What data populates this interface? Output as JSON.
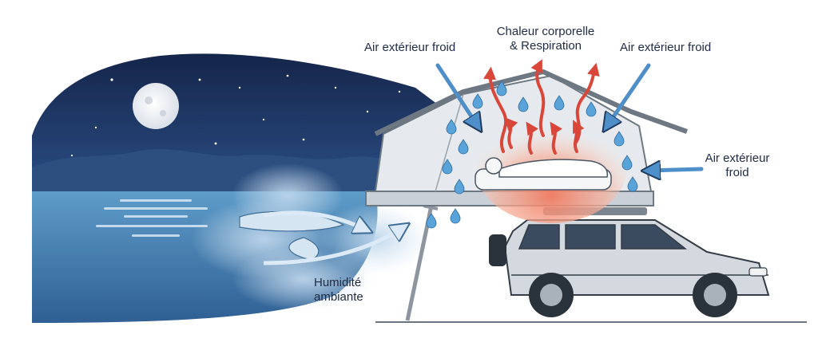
{
  "labels": {
    "heat": "Chaleur corporelle\n& Respiration",
    "cold_left": "Air extérieur froid",
    "cold_right": "Air extérieur froid",
    "cold_side": "Air extérieur\nfroid",
    "humidity": "Humidité\nambiante"
  },
  "colors": {
    "night_sky": "#1c2f57",
    "water": "#4a86b8",
    "tent_fabric": "#e3e7ec",
    "tent_frame": "#9aa3ad",
    "car_body": "#cfd6dd",
    "cold_arrow": "#4f8fc9",
    "heat_arrow": "#d9473b",
    "heat_glow": "#f3a58c",
    "water_drop": "#5aa3d8",
    "mist": "#c9dcec"
  },
  "icons": [
    "moon-icon",
    "star-icon",
    "water-drop-icon",
    "heat-arrow-icon",
    "cold-arrow-icon",
    "sleeping-person-icon",
    "car-icon"
  ]
}
